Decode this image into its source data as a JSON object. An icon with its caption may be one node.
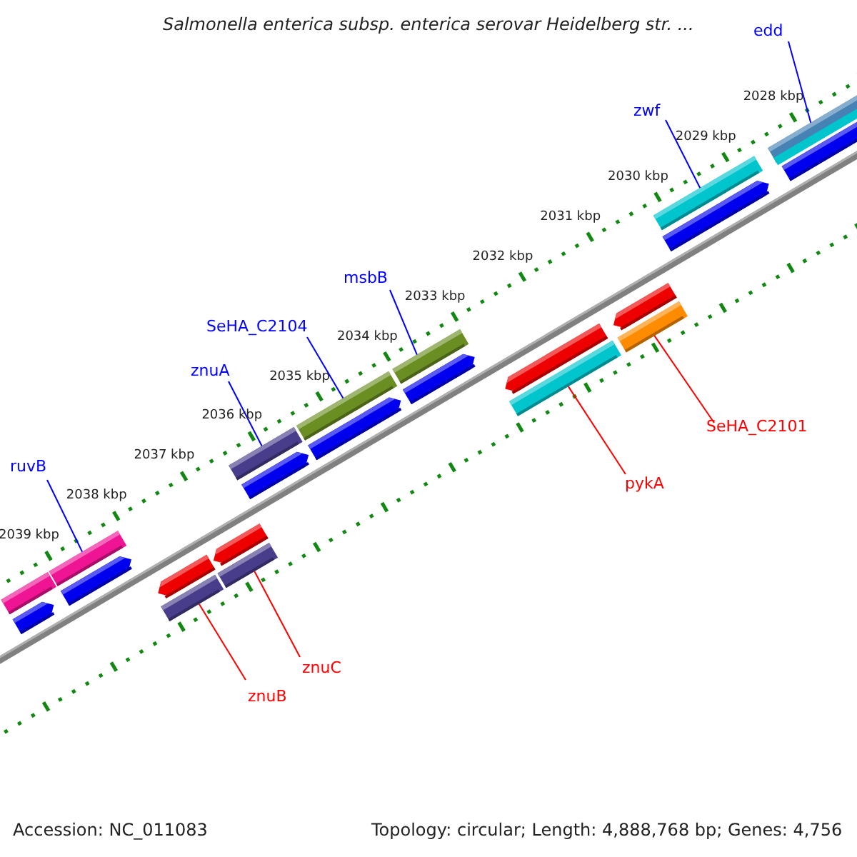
{
  "diagram": {
    "title": "Salmonella enterica subsp. enterica serovar Heidelberg str. ...",
    "nodes": [
      {
        "text": [
          "ruvB"
        ]
      },
      {
        "text": [],
        "shape": "bar"
      },
      {
        "text": [
          "znuA"
        ]
      },
      {
        "text": [],
        "shape": "bar"
      },
      {
        "text": [
          "SeHA_C2104"
        ]
      },
      {
        "text": [],
        "shape": "bar"
      },
      {
        "text": [
          "msbB"
        ]
      },
      {
        "text": [],
        "shape": "bar"
      },
      {
        "text": [
          "zwf"
        ]
      },
      {
        "text": [],
        "shape": "bar"
      },
      {
        "text": [
          "edd"
        ]
      },
      {
        "text": [],
        "shape": "bar"
      },
      {
        "text": [
          "znuB"
        ]
      },
      {
        "text": [],
        "shape": "bar"
      },
      {
        "text": [
          "znuC"
        ]
      },
      {
        "text": [],
        "shape": "bar"
      },
      {
        "text": [
          "pykA"
        ]
      },
      {
        "text": [],
        "shape": "bar"
      },
      {
        "text": [
          "SeHA_C2101"
        ]
      },
      {
        "text": [],
        "shape": "bar"
      }
    ],
    "edges": [
      {
        "from": 0,
        "to": 1,
        "arrow": "none"
      },
      {
        "from": 2,
        "to": 3,
        "arrow": "none"
      },
      {
        "from": 4,
        "to": 5,
        "arrow": "none"
      },
      {
        "from": 6,
        "to": 7,
        "arrow": "none"
      },
      {
        "from": 8,
        "to": 9,
        "arrow": "none"
      },
      {
        "from": 10,
        "to": 11,
        "arrow": "none"
      },
      {
        "from": 12,
        "to": 13,
        "arrow": "none",
        "color": "#ff0000"
      },
      {
        "from": 14,
        "to": 15,
        "arrow": "none",
        "color": "#ff0000"
      },
      {
        "from": 16,
        "to": 17,
        "arrow": "none",
        "color": "#ff0000"
      },
      {
        "from": 18,
        "to": 19,
        "arrow": "none",
        "color": "#ff0000"
      }
    ],
    "labels": [
      "2028 kbp",
      "2029 kbp",
      "2030 kbp",
      "2031 kbp",
      "2032 kbp",
      "2033 kbp",
      "2034 kbp",
      "2035 kbp",
      "2036 kbp",
      "2037 kbp",
      "2038 kbp",
      "2039 kbp",
      "Accession: NC_011083",
      "Topology: circular; Length: 4,888,768 bp; Genes: 4,756"
    ]
  }
}
